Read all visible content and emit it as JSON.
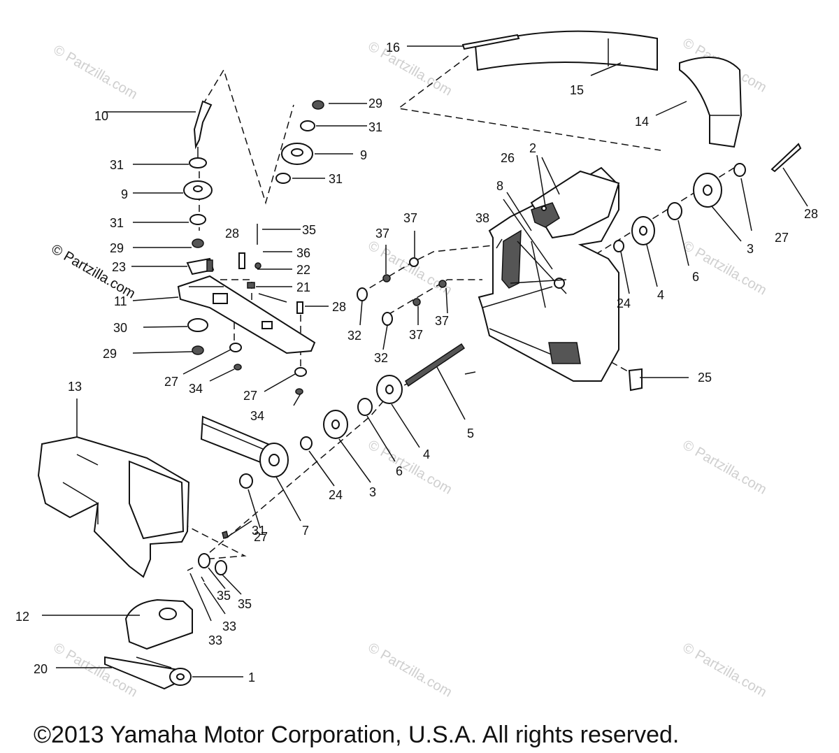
{
  "labels": {
    "l1": "1",
    "l2": "2",
    "l3a": "3",
    "l3b": "3",
    "l4a": "4",
    "l4b": "4",
    "l5": "5",
    "l6a": "6",
    "l6b": "6",
    "l7": "7",
    "l8": "8",
    "l9a": "9",
    "l9b": "9",
    "l10": "10",
    "l11": "11",
    "l12": "12",
    "l13": "13",
    "l14": "14",
    "l15": "15",
    "l16": "16",
    "l20": "20",
    "l21": "21",
    "l22": "22",
    "l23": "23",
    "l24a": "24",
    "l24b": "24",
    "l25": "25",
    "l26": "26",
    "l27a": "27",
    "l27b": "27",
    "l27c": "27",
    "l27d": "27",
    "l28a": "28",
    "l28b": "28",
    "l28c": "28",
    "l29a": "29",
    "l29b": "29",
    "l29c": "29",
    "l30": "30",
    "l31a": "31",
    "l31b": "31",
    "l31c": "31",
    "l31d": "31",
    "l31e": "31",
    "l32a": "32",
    "l32b": "32",
    "l33a": "33",
    "l33b": "33",
    "l34a": "34",
    "l34b": "34",
    "l35a": "35",
    "l35b": "35",
    "l35c": "35",
    "l36": "36",
    "l37a": "37",
    "l37b": "37",
    "l37c": "37",
    "l37d": "37",
    "l38": "38"
  },
  "watermark": "© Partzilla.com",
  "copyright": "©2013 Yamaha Motor Corporation, U.S.A. All rights reserved."
}
